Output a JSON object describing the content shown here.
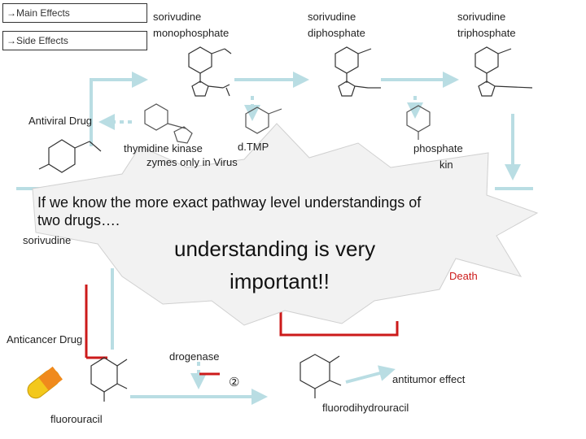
{
  "legend": {
    "main_effects": "→Main Effects",
    "side_effects": "→Side Effects"
  },
  "top_labels": {
    "monophosphate": [
      "sorivudine",
      "monophosphate"
    ],
    "diphosphate": [
      "sorivudine",
      "diphosphate"
    ],
    "triphosphate": [
      "sorivudine",
      "triphosphate"
    ]
  },
  "labels": {
    "antiviral_drug": "Antiviral Drug",
    "thymidine_kinase": "thymidine kinase",
    "dtmp": "d.TMP",
    "enzymes_only_virus": "zymes only in Virus",
    "phosphate": "phosphate",
    "kinase_partial": "kin",
    "sorivudine": "sorivudine",
    "death": "Death",
    "anticancer_drug": "Anticancer Drug",
    "dehydrogenase": "drogenase",
    "step_2": "②",
    "antitumor_effect": "antitumor effect",
    "fluorouracil": "fluorouracil",
    "fluorodihydrouracil": "fluorodihydrouracil"
  },
  "callout": {
    "text_line1": "If we know the more exact pathway level understandings of",
    "text_line2": "two drugs….",
    "big_line1": "understanding is very",
    "big_line2": "important!!"
  },
  "colors": {
    "arrow_blue": "#b9dde3",
    "inhibit_red": "#cc1a1a",
    "callout_fill": "#f2f2f2"
  }
}
